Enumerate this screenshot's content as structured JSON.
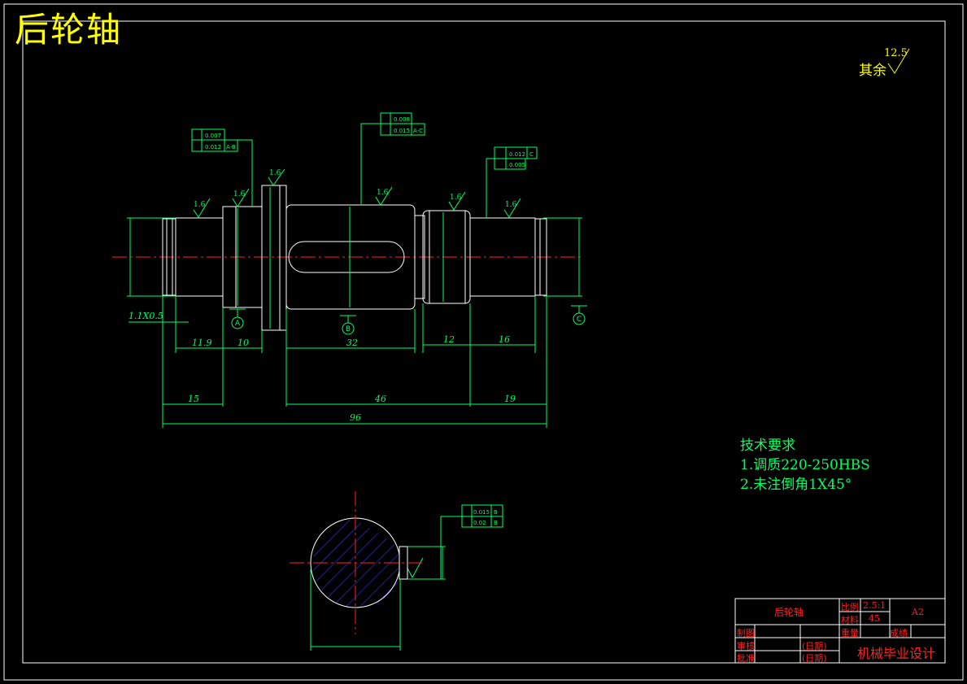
{
  "drawing": {
    "title": "后轮轴",
    "roughness_note": "其余",
    "roughness_value": "12.5"
  },
  "dimensions": {
    "chamfer_left": "1.1X0.5",
    "d_11_9": "11.9",
    "d_10": "10",
    "d_32": "32",
    "d_12": "12",
    "d_16": "16",
    "d_15": "15",
    "d_46": "46",
    "d_19": "19",
    "d_96": "96"
  },
  "roughness_marks": [
    "1.6",
    "1.6",
    "1.6",
    "1.6",
    "1.6",
    "1.6"
  ],
  "datums": [
    "A",
    "B",
    "C"
  ],
  "tolerances": {
    "left_1": "0.007",
    "left_2": "0.012",
    "left_2_ref": "A-B",
    "mid_1": "0.008",
    "mid_2": "0.015",
    "mid_2_ref": "A-C",
    "right_1": "0.012",
    "right_1_ref": "C",
    "right_2": "0.005",
    "sec_1": "0.015",
    "sec_1_ref": "B",
    "sec_2": "0.02",
    "sec_2_ref": "B"
  },
  "technical_requirements": {
    "heading": "技术要求",
    "item1": "1.调质220-250HBS",
    "item2": "2.未注倒角1X45°"
  },
  "title_block": {
    "part_name": "后轮轴",
    "scale_label": "比例",
    "scale_value": "2.5:1",
    "material_label": "材料",
    "material_value": "45",
    "size": "A2",
    "drawn": "制图",
    "weight": "重量",
    "result": "成绩",
    "review": "审核",
    "approve": "批准",
    "date1": "(日期)",
    "date2": "(日期)",
    "project": "机械毕业设计"
  },
  "colors": {
    "background": "#000000",
    "outline": "#ffffff",
    "dimension": "#00ff66",
    "centerline": "#ff2222",
    "hatch": "#3333ff",
    "title": "#ffff00"
  }
}
